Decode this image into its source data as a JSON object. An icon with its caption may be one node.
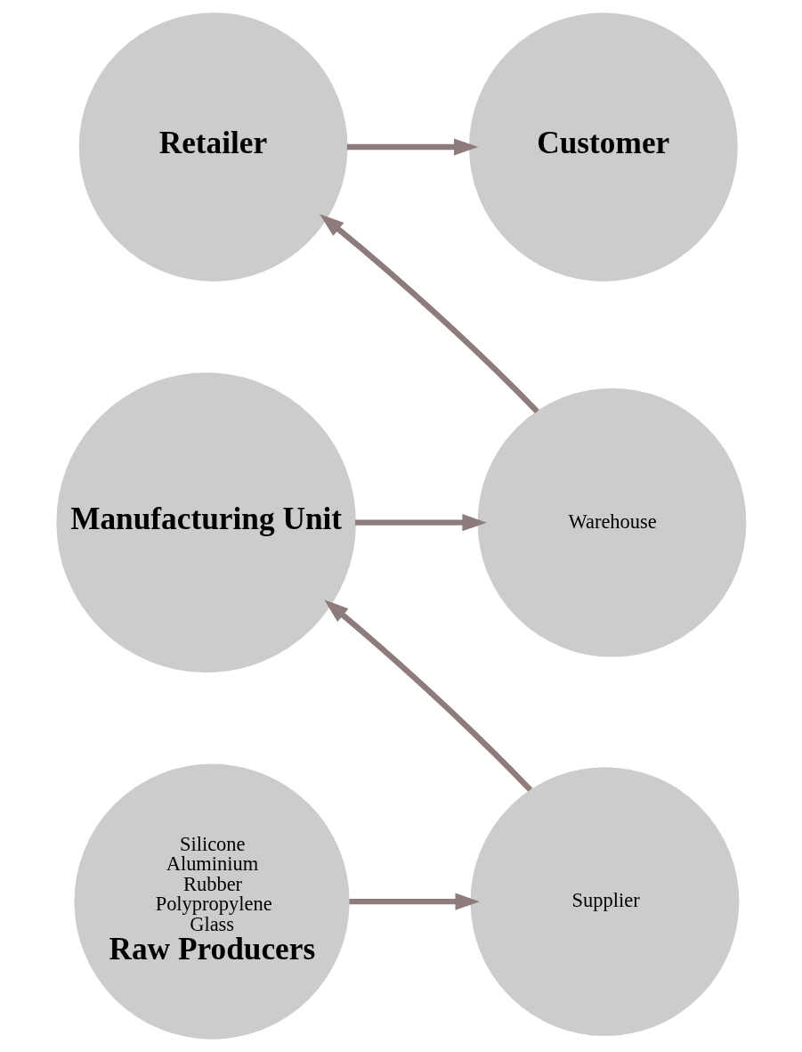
{
  "diagram": {
    "nodes": [
      {
        "text": [
          "Retailer"
        ]
      },
      {
        "text": [
          "Customer"
        ]
      },
      {
        "text": [
          "Manufacturing Unit"
        ]
      },
      {
        "text": [
          "Warehouse"
        ]
      },
      {
        "text": [
          "Silicone",
          "Aluminium",
          "Rubber",
          "Polypropylene",
          "Glass",
          "Raw Producers"
        ]
      },
      {
        "text": [
          "Supplier"
        ]
      }
    ],
    "edges": [
      {
        "from": 0,
        "to": 1,
        "arrow": "to"
      },
      {
        "from": 3,
        "to": 0,
        "arrow": "to"
      },
      {
        "from": 2,
        "to": 3,
        "arrow": "to"
      },
      {
        "from": 5,
        "to": 2,
        "arrow": "to"
      },
      {
        "from": 4,
        "to": 5,
        "arrow": "to"
      }
    ]
  }
}
